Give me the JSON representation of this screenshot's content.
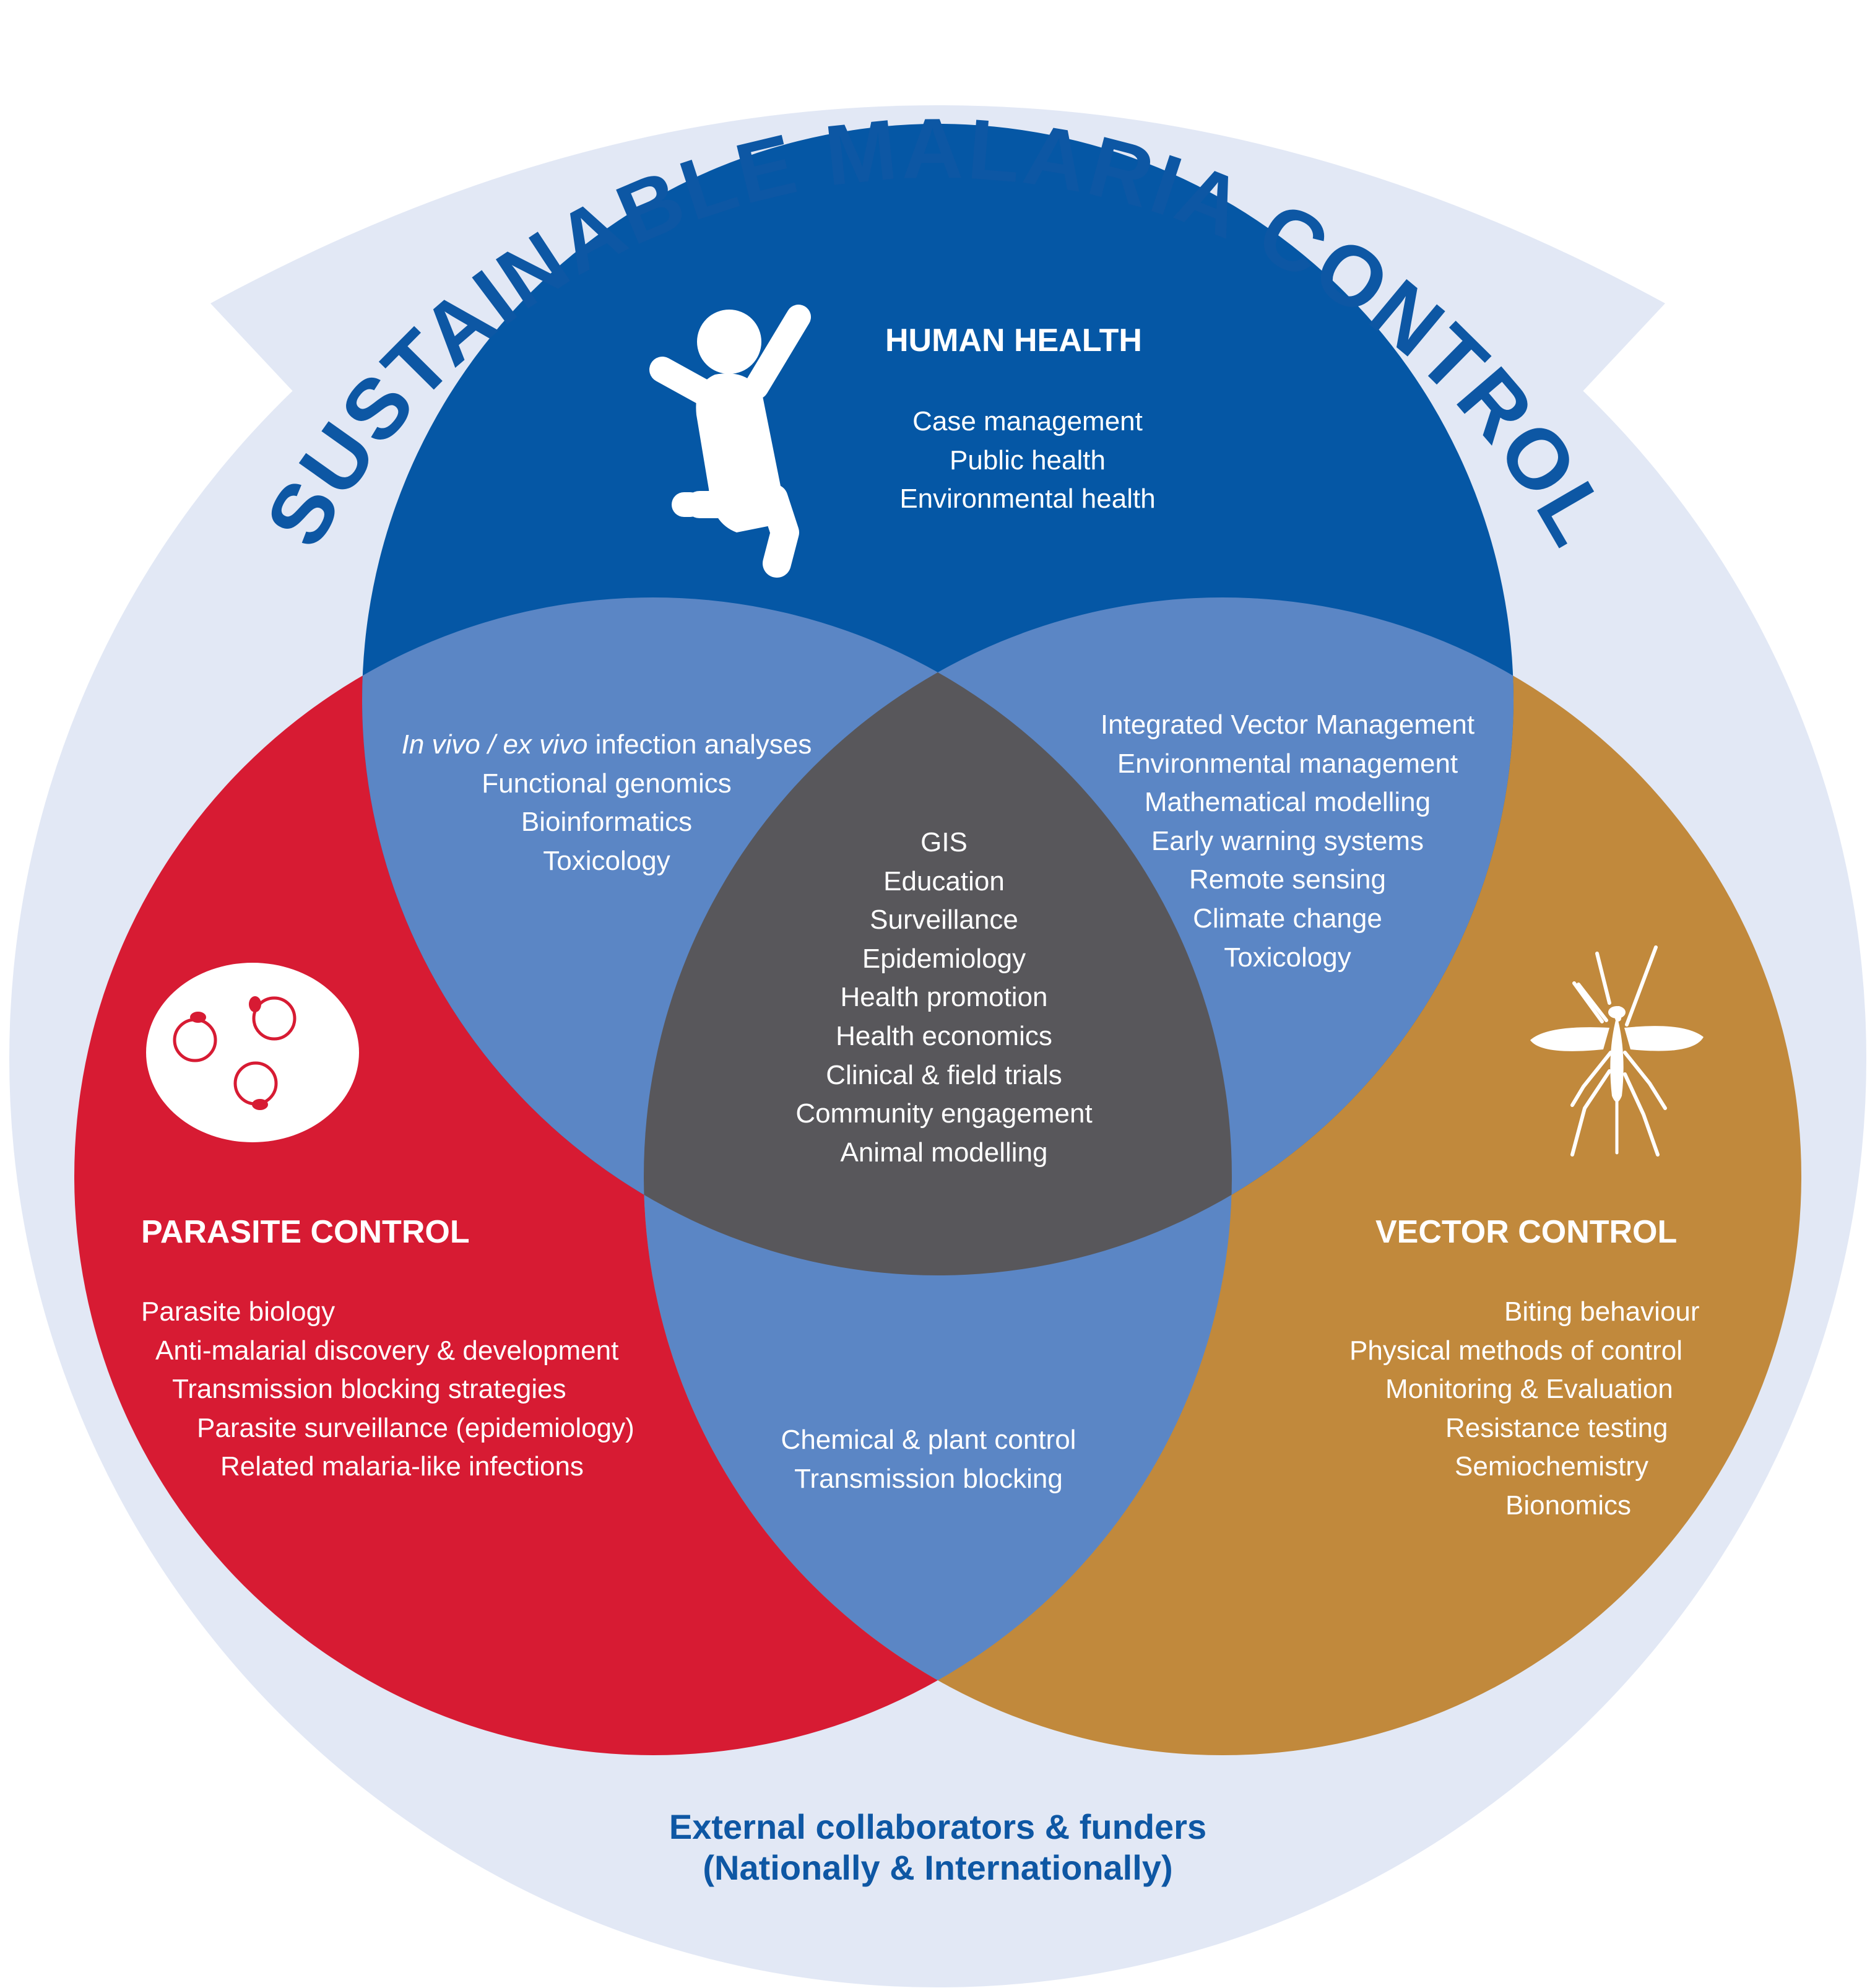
{
  "title": "SUSTAINABLE MALARIA CONTROL",
  "colors": {
    "outer_ring": "#e2e8f5",
    "human_health": "#0557a5",
    "parasite_control": "#d71b33",
    "vector_control": "#c1893c",
    "overlap": "#5b86c5",
    "center": "#58575b",
    "title_text": "#0d57a4"
  },
  "human_health": {
    "heading": "HUMAN HEALTH",
    "items": [
      "Case management",
      "Public health",
      "Environmental health"
    ],
    "icon": "jumping-person-icon"
  },
  "parasite_control": {
    "heading": "PARASITE CONTROL",
    "items": [
      "Parasite biology",
      "Anti-malarial discovery & development",
      "Transmission blocking strategies",
      "Parasite surveillance (epidemiology)",
      "Related malaria-like infections"
    ],
    "icon": "infected-red-blood-cells-icon"
  },
  "vector_control": {
    "heading": "VECTOR CONTROL",
    "items": [
      "Biting behaviour",
      "Physical methods of control",
      "Monitoring & Evaluation",
      "Resistance testing",
      "Semiochemistry",
      "Bionomics"
    ],
    "icon": "mosquito-icon"
  },
  "human_parasite_overlap": {
    "first_line_italic": "In vivo / ex vivo",
    "first_line_rest": " infection analyses",
    "items": [
      "Functional genomics",
      "Bioinformatics",
      "Toxicology"
    ]
  },
  "human_vector_overlap": {
    "items": [
      "Integrated Vector Management",
      "Environmental management",
      "Mathematical modelling",
      "Early warning systems",
      "Remote sensing",
      "Climate change",
      "Toxicology"
    ]
  },
  "parasite_vector_overlap": {
    "items": [
      "Chemical & plant control",
      "Transmission blocking"
    ]
  },
  "center": {
    "items": [
      "GIS",
      "Education",
      "Surveillance",
      "Epidemiology",
      "Health promotion",
      "Health economics",
      "Clinical & field trials",
      "Community engagement",
      "Animal modelling"
    ]
  },
  "footer": {
    "line1": "External collaborators & funders",
    "line2": "(Nationally & Internationally)"
  }
}
